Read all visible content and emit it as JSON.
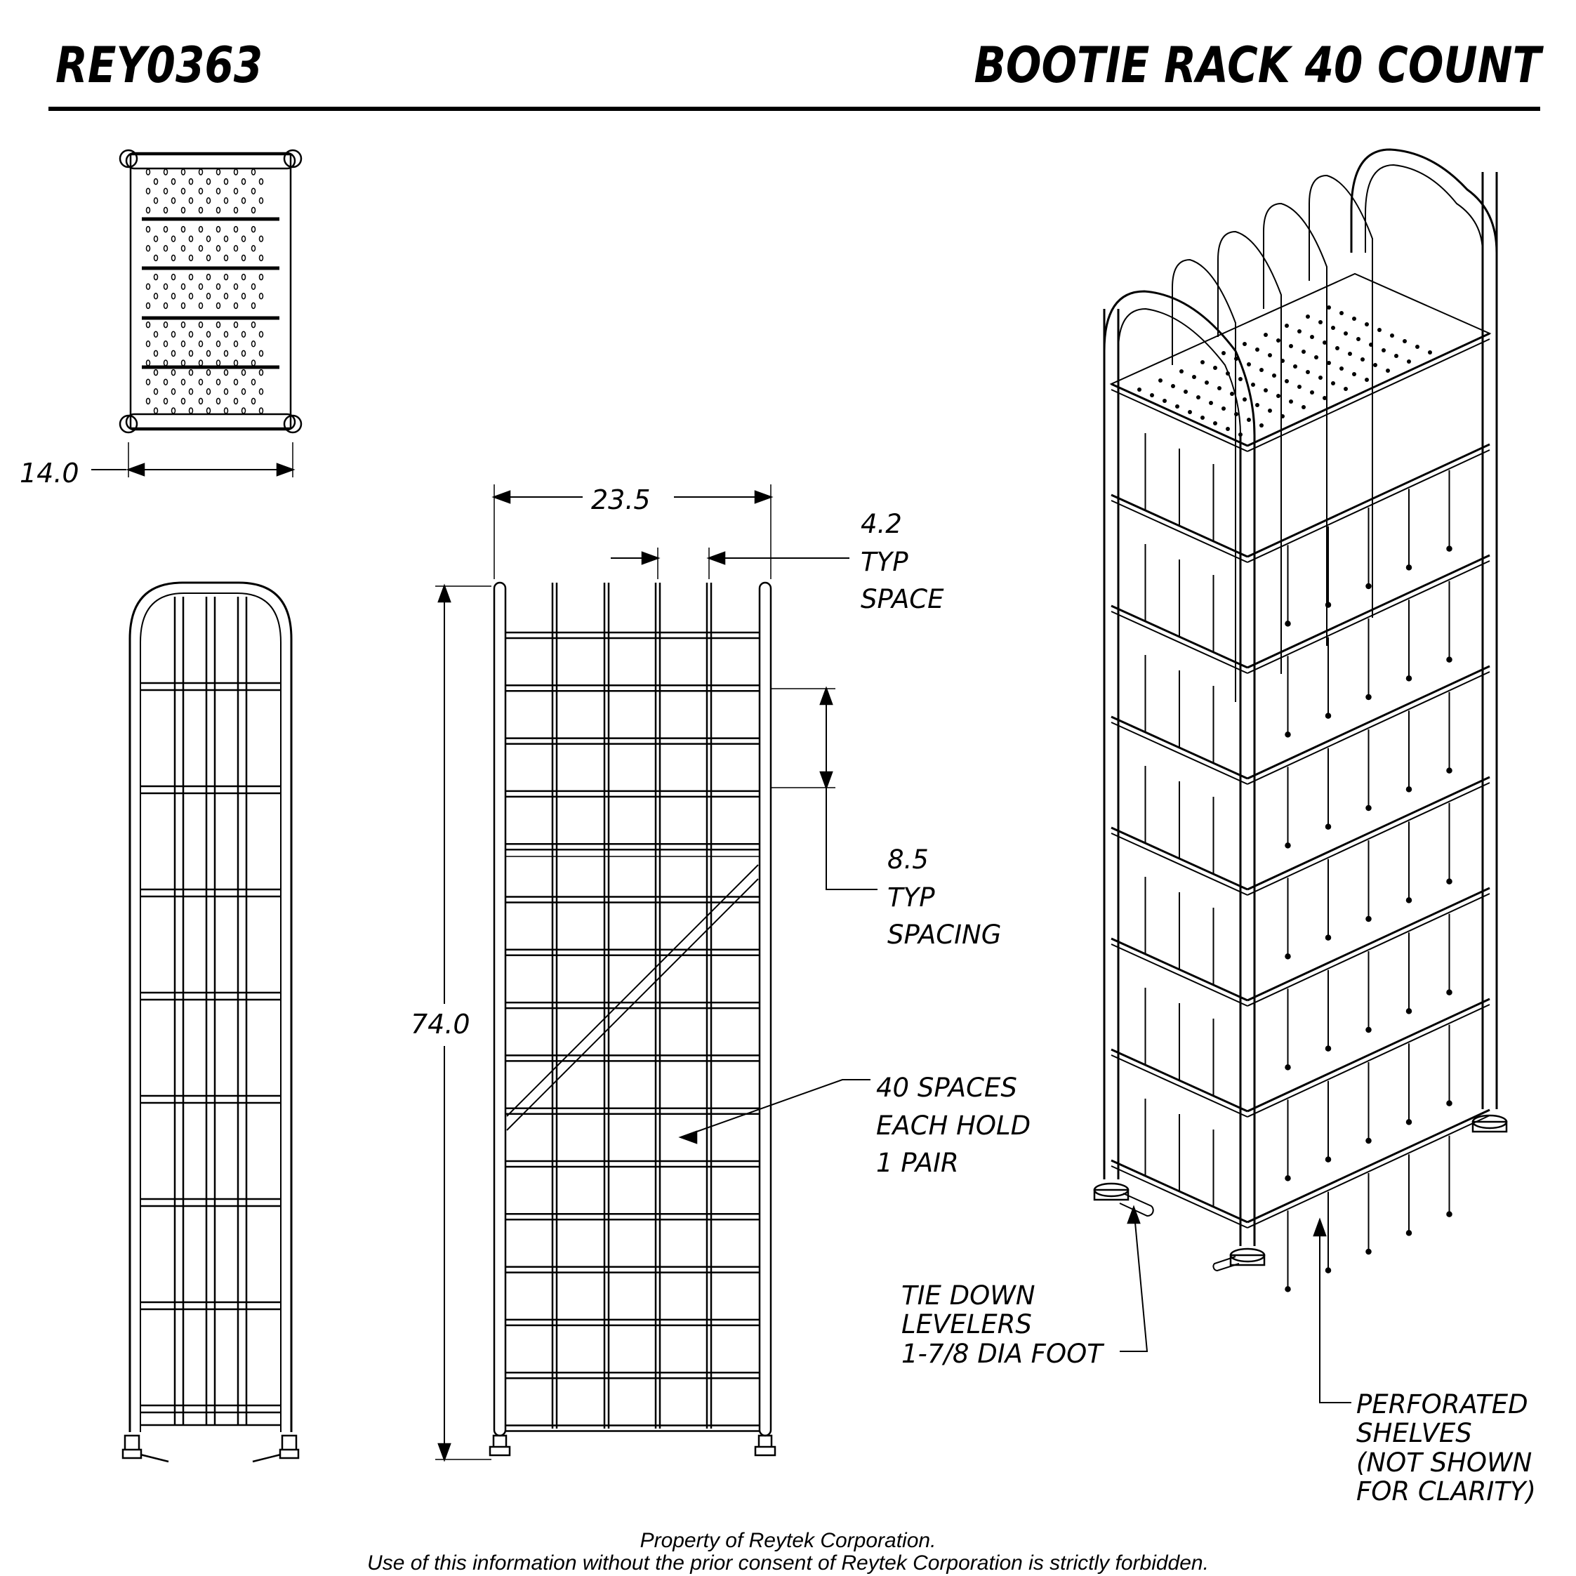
{
  "header": {
    "part_number": "REY0363",
    "title": "BOOTIE RACK 40 COUNT"
  },
  "dimensions": {
    "depth": "14.0",
    "width": "23.5",
    "height": "74.0",
    "space": [
      "4.2",
      "TYP",
      "SPACE"
    ],
    "spacing": [
      "8.5",
      "TYP",
      "SPACING"
    ]
  },
  "notes": {
    "spaces": [
      "40 SPACES",
      "EACH HOLD",
      "1 PAIR"
    ],
    "levelers": [
      "TIE DOWN",
      "LEVELERS",
      "1-7/8 DIA FOOT"
    ],
    "shelves": [
      "PERFORATED",
      "SHELVES",
      "(NOT SHOWN",
      "FOR CLARITY)"
    ]
  },
  "footer": {
    "line1": "Property of Reytek Corporation.",
    "line2": "Use of this information without the prior consent of Reytek Corporation is strictly forbidden."
  }
}
